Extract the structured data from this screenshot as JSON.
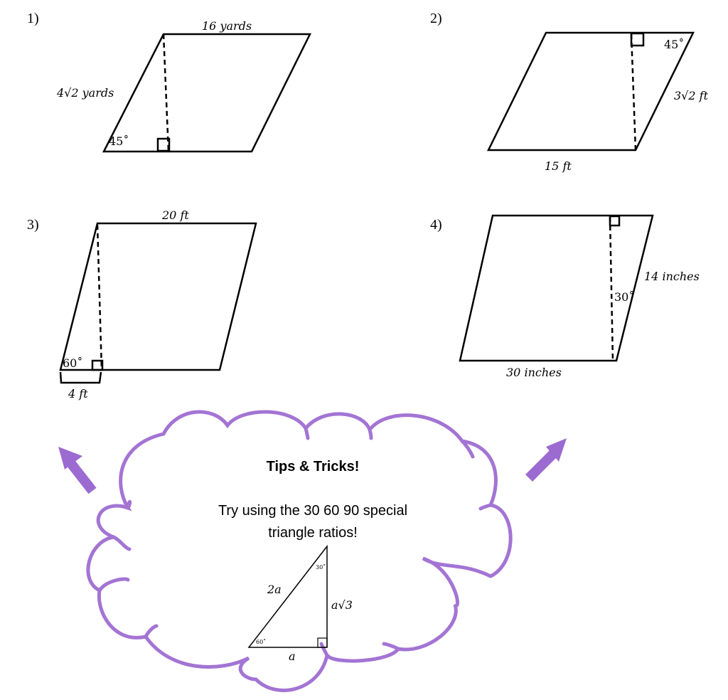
{
  "problems": [
    {
      "number": "1)",
      "top": "16 yards",
      "side": "4√2 yards",
      "angle": "45˚"
    },
    {
      "number": "2)",
      "bottom": "15 ft",
      "side": "3√2 ft",
      "angle": "45˚"
    },
    {
      "number": "3)",
      "top": "20 ft",
      "offset": "4 ft",
      "angle": "60˚"
    },
    {
      "number": "4)",
      "bottom": "30 inches",
      "side": "14 inches",
      "angle": "30˚"
    }
  ],
  "tips": {
    "title": "Tips & Tricks!",
    "line1": "Try using the 30 60 90 special",
    "line2": "triangle ratios!",
    "hyp": "2a",
    "long_leg": "a√3",
    "short_leg": "a",
    "angle_top": "30˚",
    "angle_bottom": "60˚"
  },
  "colors": {
    "cloud": "#a374d4",
    "arrow": "#9b6bd1"
  }
}
